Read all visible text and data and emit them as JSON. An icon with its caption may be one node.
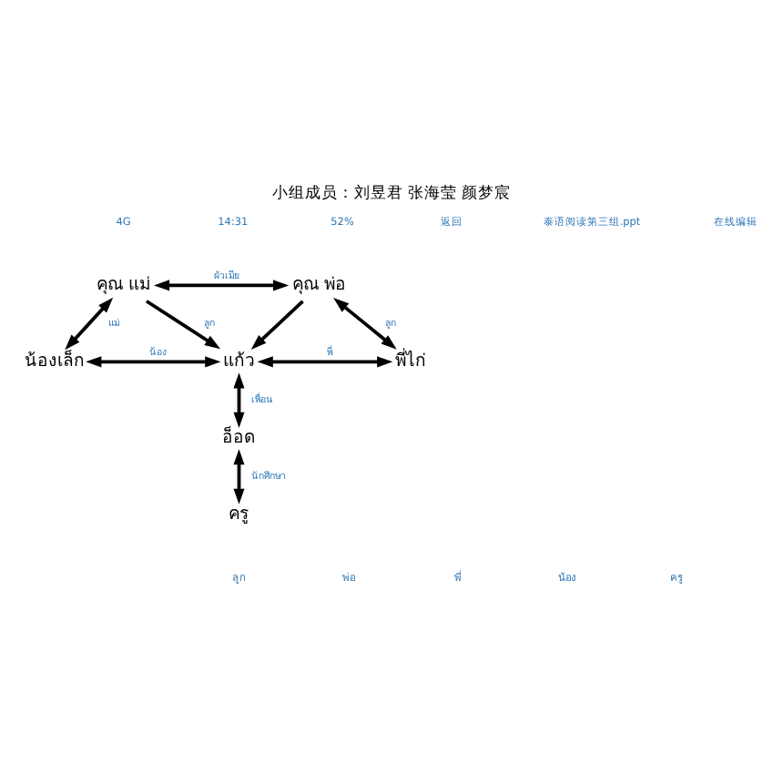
{
  "diagram": {
    "title": "小组成员：刘昱君 张海莹 颜梦宸",
    "nodes": [
      {
        "text": [
          "คุณ แม่"
        ]
      },
      {
        "text": [
          "คุณ พ่อ"
        ]
      },
      {
        "text": [
          "น้องเล็ก"
        ]
      },
      {
        "text": [
          "แก้ว"
        ]
      },
      {
        "text": [
          "พี่ไก่"
        ]
      },
      {
        "text": [
          "อ็อด"
        ]
      },
      {
        "text": [
          "ครู"
        ]
      }
    ],
    "edges": [
      {
        "from": 0,
        "to": 1,
        "arrow": "both",
        "label": "ผัวเมีย"
      },
      {
        "from": 0,
        "to": 3,
        "arrow": "to",
        "label": "ลูก"
      },
      {
        "from": 1,
        "to": 3,
        "arrow": "to"
      },
      {
        "from": 0,
        "to": 2,
        "arrow": "both",
        "label": "แม่"
      },
      {
        "from": 1,
        "to": 4,
        "arrow": "both",
        "label": "ลูก"
      },
      {
        "from": 2,
        "to": 3,
        "arrow": "both",
        "label": "น้อง"
      },
      {
        "from": 3,
        "to": 4,
        "arrow": "both",
        "label": "พี่"
      },
      {
        "from": 3,
        "to": 5,
        "arrow": "both",
        "label": "เพื่อน"
      },
      {
        "from": 5,
        "to": 6,
        "arrow": "both",
        "label": "นักศึกษา"
      }
    ],
    "labels": [
      "4G",
      "14:31",
      "52%",
      "返回",
      "泰语阅读第三组.ppt",
      "在线编辑",
      "ลูก",
      "พ่อ",
      "พี่",
      "น้อง",
      "ครู"
    ]
  }
}
